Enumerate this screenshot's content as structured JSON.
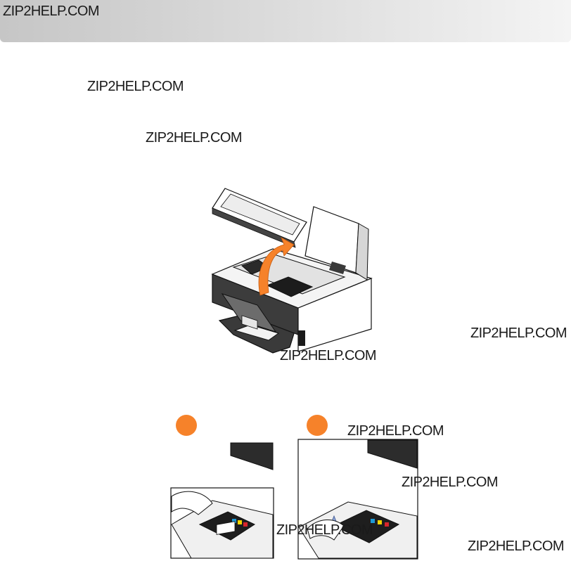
{
  "header": {
    "watermark": "ZIP2HELP.COM"
  },
  "watermarks": [
    "ZIP2HELP.COM",
    "ZIP2HELP.COM",
    "ZIP2HELP.COM",
    "ZIP2HELP.COM",
    "ZIP2HELP.COM",
    "ZIP2HELP.COM",
    "ZIP2HELP.COM",
    "ZIP2HELP.COM"
  ],
  "illustrations": {
    "printer": "printer-open-scanner-unit",
    "step_1": "cartridge-latch-step-1",
    "step_2": "cartridge-latch-step-2"
  },
  "colors": {
    "accent": "#f6822a",
    "header_start": "#c6c6c6",
    "header_end": "#f4f4f4",
    "printer_dark": "#3a3a3a"
  }
}
